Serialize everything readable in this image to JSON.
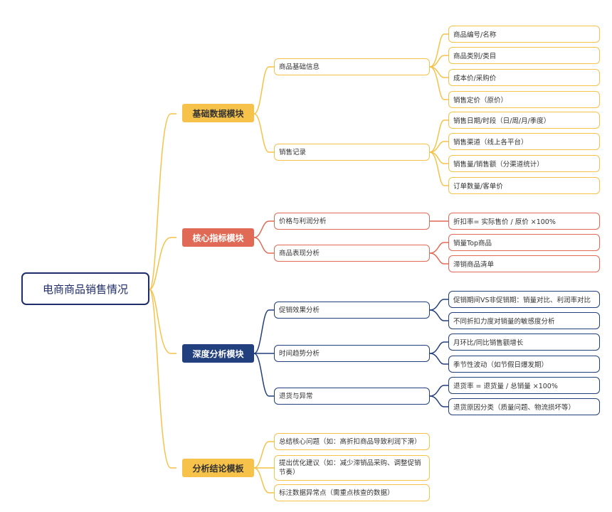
{
  "root": {
    "label": "电商商品销售情况"
  },
  "modules": [
    {
      "label": "基础数据模块",
      "subs": [
        {
          "label": "商品基础信息",
          "leaves": [
            "商品编号/名称",
            "商品类别/类目",
            "成本价/采购价",
            "销售定价（原价）"
          ]
        },
        {
          "label": "销售记录",
          "leaves": [
            "销售日期/时段（日/周/月/季度）",
            "销售渠道（线上各平台）",
            "销售量/销售额（分渠道统计）",
            "订单数量/客单价"
          ]
        }
      ]
    },
    {
      "label": "核心指标模块",
      "subs": [
        {
          "label": "价格与利润分析",
          "leaves": [
            "折扣率= 实际售价 / 原价 ×100%"
          ]
        },
        {
          "label": "商品表现分析",
          "leaves": [
            "销量Top商品",
            "滞销商品清单"
          ]
        }
      ]
    },
    {
      "label": "深度分析模块",
      "subs": [
        {
          "label": "促销效果分析",
          "leaves": [
            "促销期间VS非促销期：销量对比、利润率对比",
            "不同折扣力度对销量的敏感度分析"
          ]
        },
        {
          "label": "时间趋势分析",
          "leaves": [
            "月环比/同比销售额增长",
            "季节性波动（如节假日爆发期）"
          ]
        },
        {
          "label": "退货与异常",
          "leaves": [
            "退货率 = 退货量 / 总销量 ×100%",
            "退货原因分类（质量问题、物流损坏等）"
          ]
        }
      ]
    },
    {
      "label": "分析结论模板",
      "subs": [
        {
          "label": "总结核心问题（如：高折扣商品导致利润下滑）",
          "leaves": []
        },
        {
          "label": "提出优化建议（如：减少滞销品采购、调整促销节奏）",
          "leaves": []
        },
        {
          "label": "标注数据异常点（需重点核查的数据）",
          "leaves": []
        }
      ]
    }
  ],
  "colors": {
    "yellow": "#f6c24a",
    "red": "#e06a55",
    "navy": "#223f7e",
    "root": "#1f2d6b"
  }
}
